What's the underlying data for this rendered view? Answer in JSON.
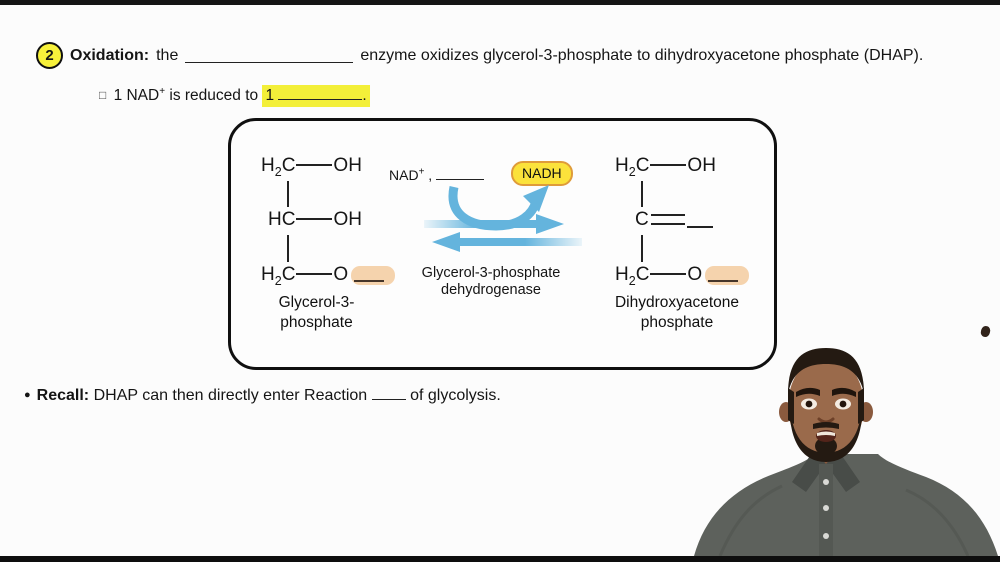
{
  "colors": {
    "highlight_yellow": "#f3ef39",
    "circle_yellow": "#f7f13b",
    "nadh_fill": "#fbe23b",
    "nadh_border": "#df9b3a",
    "blank_peach": "#f5d3ad",
    "arrow_blue": "#64b4dd",
    "letterbox_black": "#151515"
  },
  "header": {
    "step_number": "2",
    "title_bold": "Oxidation:",
    "title_pre": "the",
    "title_post": "enzyme oxidizes glycerol-3-phosphate to dihydroxyacetone phosphate (DHAP).",
    "sub_checkbox": "□",
    "sub_nad": "1 NAD",
    "sub_nad_sup": "+",
    "sub_mid": "is reduced to",
    "sub_highlight_num": "1",
    "sub_period": "."
  },
  "diagram": {
    "atoms": {
      "h": "H",
      "sub2": "2",
      "c": "C",
      "hc": "HC",
      "o": "O",
      "oh": "OH"
    },
    "left_label_line1": "Glycerol-3-",
    "left_label_line2": "phosphate",
    "nad_label": "NAD",
    "nad_sup": "+",
    "nad_comma": ",",
    "nadh_label": "NADH",
    "enzyme_line1": "Glycerol-3-phosphate",
    "enzyme_line2": "dehydrogenase",
    "right_label_line1": "Dihydroxyacetone",
    "right_label_line2": "phosphate"
  },
  "recall": {
    "bullet": "●",
    "label_bold": "Recall:",
    "text_pre": "DHAP can then directly enter Reaction",
    "text_post": "of glycolysis."
  }
}
